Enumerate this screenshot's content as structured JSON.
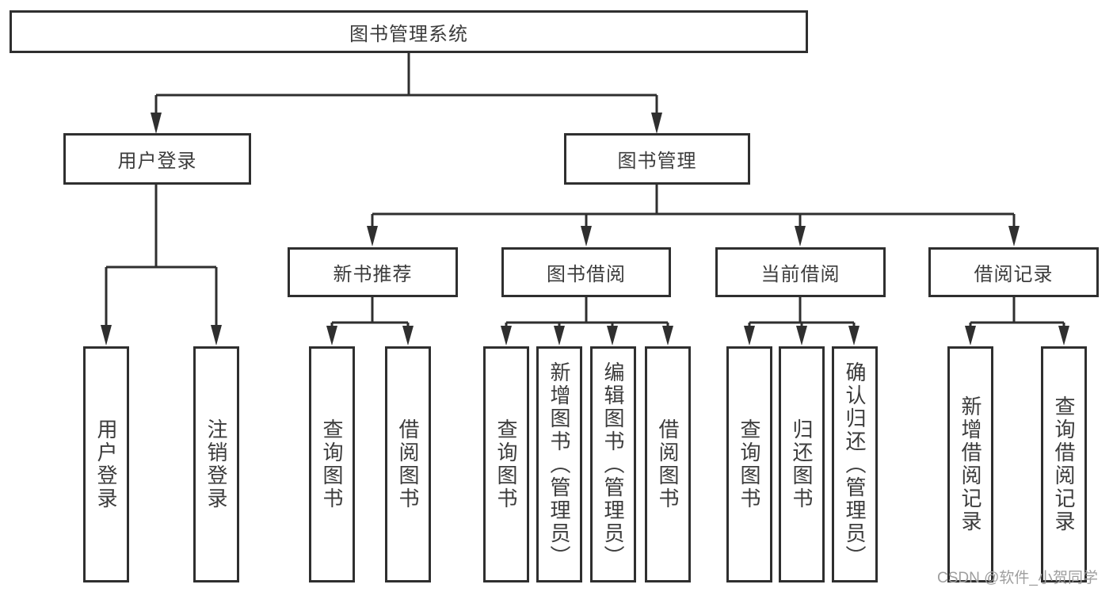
{
  "title": "图书管理系统",
  "watermark": "CSDN @软件_小贺同学",
  "colors": {
    "line": "#2f2f2f",
    "border": "#2f2f2f",
    "text": "#3c3c3c",
    "watermark_text": "#9e9e9e",
    "background": "#ffffff"
  },
  "nodes": {
    "root": {
      "label": "图书管理系统"
    },
    "level2": [
      {
        "label": "用户登录"
      },
      {
        "label": "图书管理"
      }
    ],
    "level3": [
      {
        "label": "新书推荐",
        "parent": "图书管理"
      },
      {
        "label": "图书借阅",
        "parent": "图书管理"
      },
      {
        "label": "当前借阅",
        "parent": "图书管理"
      },
      {
        "label": "借阅记录",
        "parent": "图书管理"
      }
    ],
    "level4": [
      {
        "label": "用户登录",
        "parent": "用户登录"
      },
      {
        "label": "注销登录",
        "parent": "用户登录"
      },
      {
        "label": "查询图书",
        "parent": "新书推荐"
      },
      {
        "label": "借阅图书",
        "parent": "新书推荐"
      },
      {
        "label": "查询图书",
        "parent": "图书借阅"
      },
      {
        "label": "新增图书（管理员）",
        "parent": "图书借阅"
      },
      {
        "label": "编辑图书（管理员）",
        "parent": "图书借阅"
      },
      {
        "label": "借阅图书",
        "parent": "图书借阅"
      },
      {
        "label": "查询图书",
        "parent": "当前借阅"
      },
      {
        "label": "归还图书",
        "parent": "当前借阅"
      },
      {
        "label": "确认归还（管理员）",
        "parent": "当前借阅"
      },
      {
        "label": "新增借阅记录",
        "parent": "借阅记录"
      },
      {
        "label": "查询借阅记录",
        "parent": "借阅记录"
      }
    ]
  }
}
